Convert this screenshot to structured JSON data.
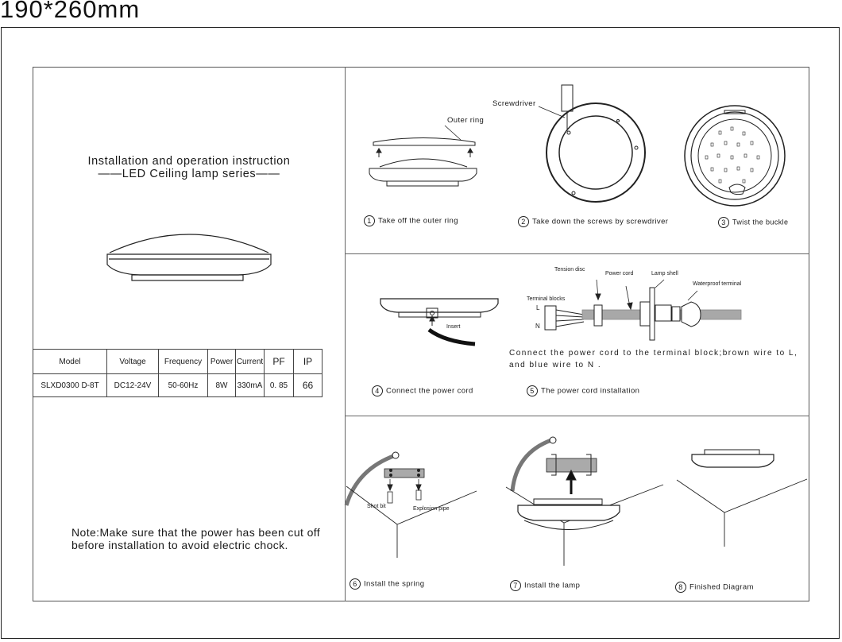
{
  "size_label": "190*260mm",
  "title": {
    "line1": "Installation and operation instruction",
    "line2": "——LED Ceiling lamp series——"
  },
  "spec_table": {
    "headers": [
      "Model",
      "Voltage",
      "Frequency",
      "Power",
      "Current",
      "PF",
      "IP"
    ],
    "row": [
      "SLXD0300 D-8T",
      "DC12-24V",
      "50-60Hz",
      "8W",
      "330mA",
      "0. 85",
      "66"
    ]
  },
  "note": "Note:Make sure that the power has been cut off before installation to avoid electric chock.",
  "steps": [
    {
      "num": "1",
      "caption": "Take off the outer ring"
    },
    {
      "num": "2",
      "caption": "Take down the screws by screwdriver"
    },
    {
      "num": "3",
      "caption": "Twist the buckle"
    },
    {
      "num": "4",
      "caption": "Connect the power cord"
    },
    {
      "num": "5",
      "caption": "The power cord installation"
    },
    {
      "num": "6",
      "caption": "Install the spring"
    },
    {
      "num": "7",
      "caption": "Install the lamp"
    },
    {
      "num": "8",
      "caption": "Finished Diagram"
    }
  ],
  "labels": {
    "outer_ring": "Outer ring",
    "screwdriver": "Screwdriver",
    "insert": "Insert",
    "tension_disc": "Tension disc",
    "power_cord": "Power cord",
    "lamp_shell": "Lamp shell",
    "waterproof_terminal": "Waterproof terminal",
    "terminal_blocks": "Terminal blocks",
    "L": "L",
    "N": "N",
    "shot_bit": "Shot bit",
    "explosion_pipe": "Explosion pipe"
  },
  "wiring_description": {
    "line1": "Connect the power cord to the terminal block;brown wire to L,",
    "line2": "and blue wire to N ."
  }
}
